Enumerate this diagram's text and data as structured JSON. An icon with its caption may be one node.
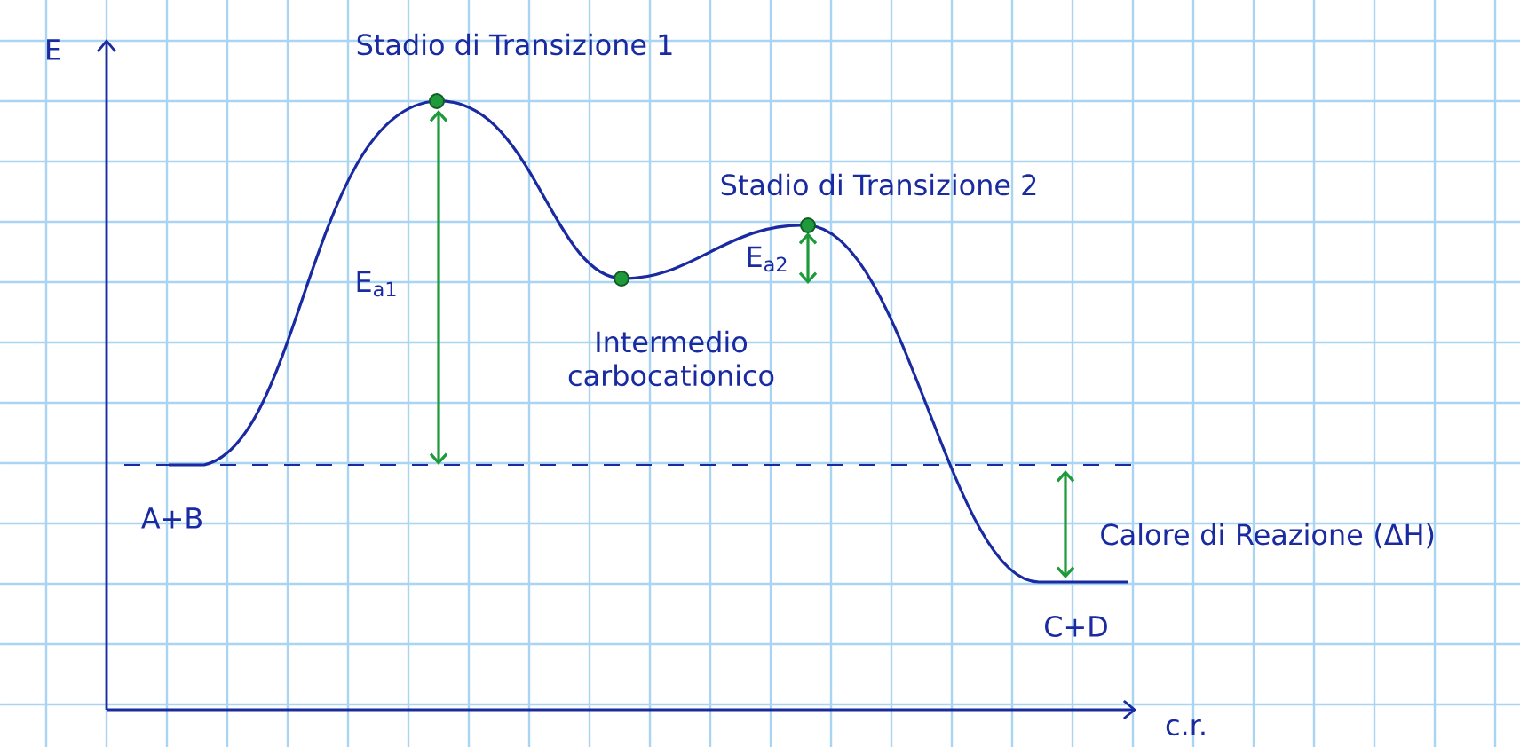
{
  "diagram": {
    "labels": [
      "E",
      "Stadio di Transizione 1",
      "E$_{a1}$",
      "Stadio di Transizione 2",
      "E$_{a2}$",
      "Intermedio carbocationico",
      "A+B",
      "Calore di Reazione (ΔH)",
      "C+D",
      "c.r."
    ]
  }
}
